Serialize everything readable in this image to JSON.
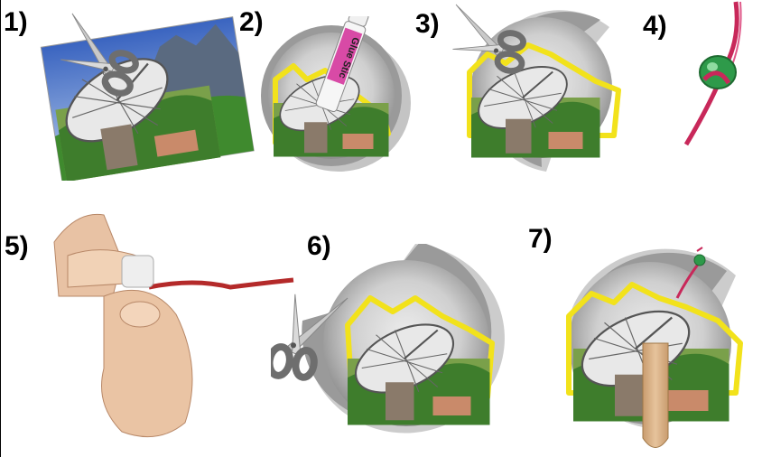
{
  "steps": [
    {
      "label": "1)",
      "icons": [
        "scissors-icon",
        "photo-radio-telescope"
      ]
    },
    {
      "label": "2)",
      "icons": [
        "paper-plate",
        "glue-stick-icon"
      ]
    },
    {
      "label": "3)",
      "icons": [
        "paper-plate",
        "scissors-icon"
      ]
    },
    {
      "label": "4)",
      "icons": [
        "bead-on-string-icon"
      ]
    },
    {
      "label": "5)",
      "icons": [
        "hands-icon",
        "string-icon"
      ]
    },
    {
      "label": "6)",
      "icons": [
        "paper-plate",
        "scissors-icon"
      ]
    },
    {
      "label": "7)",
      "icons": [
        "paper-plate",
        "craft-stick-icon",
        "bead-on-string-icon"
      ]
    }
  ],
  "glue_stick": {
    "text": "Glue Stic"
  },
  "colors": {
    "outline": "#f2e21b",
    "plate": "#a8a8a8",
    "scissors": "#6e6e6e",
    "string": "#c8285a",
    "bead": "#2e9a4a",
    "sky": "#4a78c8",
    "trees": "#3f8a2e",
    "stick": "#d9b48a"
  }
}
